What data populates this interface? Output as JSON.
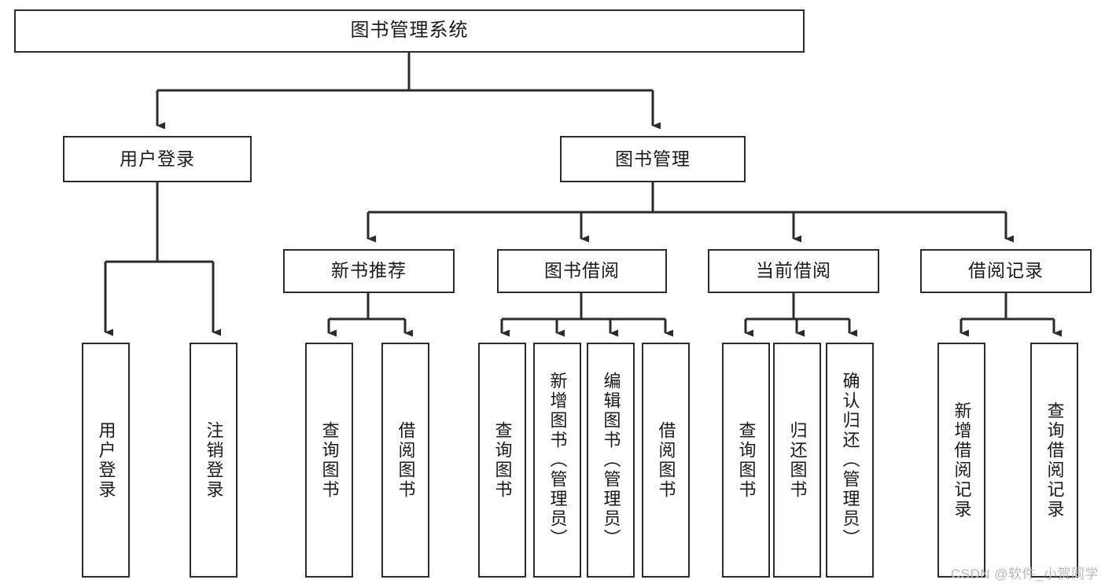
{
  "diagram": {
    "title": "图书管理系统",
    "watermark": "CSDN @软件_小贺同学",
    "colors": {
      "stroke": "#2b2b2b",
      "fill": "#ffffff",
      "text": "#1a1a1a",
      "watermark": "#b8b8b8"
    },
    "nodes": {
      "root": {
        "label": "图书管理系统"
      },
      "level2": [
        {
          "id": "user-login",
          "label": "用户登录"
        },
        {
          "id": "book-management",
          "label": "图书管理"
        }
      ],
      "level3": [
        {
          "id": "new-book-recommend",
          "label": "新书推荐"
        },
        {
          "id": "book-borrow",
          "label": "图书借阅"
        },
        {
          "id": "current-borrow",
          "label": "当前借阅"
        },
        {
          "id": "borrow-record",
          "label": "借阅记录"
        }
      ],
      "leaves": {
        "user_login": [
          {
            "id": "leaf-user-login",
            "label": "用户登录"
          },
          {
            "id": "leaf-logout",
            "label": "注销登录"
          }
        ],
        "new_book_recommend": [
          {
            "id": "leaf-query-book-1",
            "label": "查询图书"
          },
          {
            "id": "leaf-borrow-book-1",
            "label": "借阅图书"
          }
        ],
        "book_borrow": [
          {
            "id": "leaf-query-book-2",
            "label": "查询图书"
          },
          {
            "id": "leaf-add-book-admin",
            "label": "新增图书（管理员）"
          },
          {
            "id": "leaf-edit-book-admin",
            "label": "编辑图书（管理员）"
          },
          {
            "id": "leaf-borrow-book-2",
            "label": "借阅图书"
          }
        ],
        "current_borrow": [
          {
            "id": "leaf-query-book-3",
            "label": "查询图书"
          },
          {
            "id": "leaf-return-book",
            "label": "归还图书"
          },
          {
            "id": "leaf-confirm-return-admin",
            "label": "确认归还（管理员）"
          }
        ],
        "borrow_record": [
          {
            "id": "leaf-add-borrow-record",
            "label": "新增借阅记录"
          },
          {
            "id": "leaf-query-borrow-record",
            "label": "查询借阅记录"
          }
        ]
      }
    }
  }
}
